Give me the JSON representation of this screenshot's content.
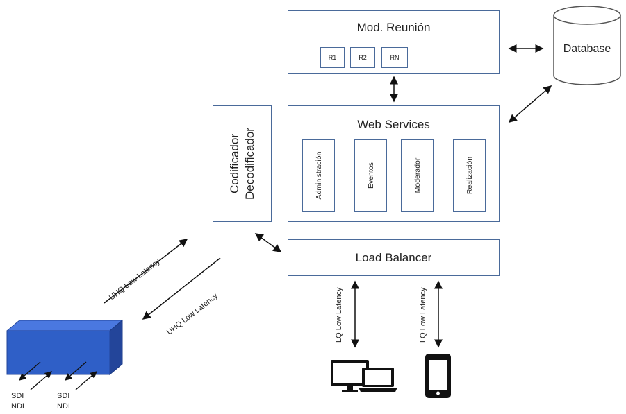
{
  "meeting_module": {
    "title": "Mod. Reunión",
    "rooms": [
      "R1",
      "R2",
      "RN"
    ]
  },
  "database": {
    "label": "Database"
  },
  "web_services": {
    "title": "Web Services",
    "modules": [
      "Administración",
      "Eventos",
      "Moderador",
      "Realización"
    ]
  },
  "codec": {
    "line1": "Codificador",
    "line2": "Decodificador"
  },
  "load_balancer": {
    "label": "Load Balancer"
  },
  "links": {
    "uhq_up": "UHQ Low Latency",
    "uhq_down": "UHQ Low Latency",
    "lq_computer": "LQ Low Latency",
    "lq_mobile": "LQ Low Latency"
  },
  "device_ports": [
    {
      "line1": "SDI",
      "line2": "NDI"
    },
    {
      "line1": "SDI",
      "line2": "NDI"
    }
  ],
  "colors": {
    "border": "#4a6a9a",
    "device_front": "#2f5fc7",
    "device_top": "#4a78e0",
    "device_side": "#23459a"
  },
  "icons": {
    "computer": "laptop-desktop-icon",
    "mobile": "smartphone-icon"
  }
}
